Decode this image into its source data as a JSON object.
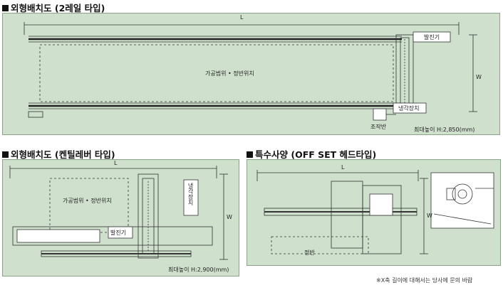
{
  "sections": {
    "top": {
      "title": "외형배치도 (2레일 타입)"
    },
    "left": {
      "title": "외형배치도 (켄틸레버 타입)"
    },
    "right": {
      "title": "특수사양 (OFF SET 헤드타입)"
    }
  },
  "top_diagram": {
    "dim_l": "L",
    "dim_w": "W",
    "work_area": "가공범위 • 정반위치",
    "oscillator": "발진기",
    "cooler": "냉각장치",
    "control_panel": "조작반",
    "max_height": "최대높이 H:2,850(mm)"
  },
  "left_diagram": {
    "dim_l": "L",
    "dim_w": "W",
    "work_area": "가공범위 • 정반위치",
    "oscillator": "발진기",
    "cooler": "냉각장치",
    "max_height": "최대높이 H:2,900(mm)"
  },
  "right_diagram": {
    "dim_l": "L",
    "dim_w": "W",
    "table": "정반"
  },
  "footnote": "※X축 길이에 대해서는 당사에 문의 바람",
  "colors": {
    "panel": "#cfe1cd",
    "line": "#333333"
  }
}
